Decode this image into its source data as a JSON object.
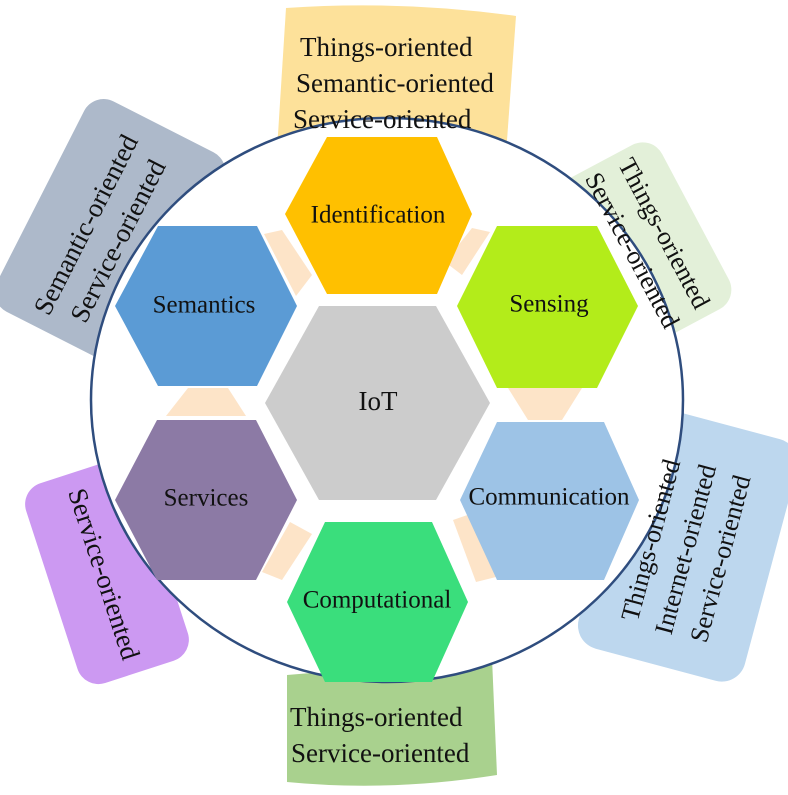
{
  "center": {
    "label": "IoT",
    "color": "#cccccc"
  },
  "hexagons": {
    "identification": {
      "label": "Identification",
      "color": "#ffc000"
    },
    "sensing": {
      "label": "Sensing",
      "color": "#b3ec1a"
    },
    "communication": {
      "label": "Communication",
      "color": "#9dc3e6"
    },
    "computational": {
      "label": "Computational",
      "color": "#3ade7c"
    },
    "services": {
      "label": "Services",
      "color": "#8c7aa5"
    },
    "semantics": {
      "label": "Semantics",
      "color": "#5b9bd5"
    }
  },
  "tabs": {
    "top": {
      "lines": [
        "Things-oriented",
        "Semantic-oriented",
        "Service-oriented"
      ],
      "color": "#fde19a"
    },
    "top_right": {
      "lines": [
        "Things-oriented",
        "Service-oriented"
      ],
      "color": "#e3f0d9"
    },
    "right": {
      "lines": [
        "Things-oriented",
        "Internet-oriented",
        "Service-oriented"
      ],
      "color": "#bdd7ee"
    },
    "bottom": {
      "lines": [
        "Things-oriented",
        "Service-oriented"
      ],
      "color": "#a9d18e"
    },
    "left": {
      "lines": [
        "Service-oriented"
      ],
      "color": "#cc99f2"
    },
    "top_left": {
      "lines": [
        "Semantic-oriented",
        "Service-oriented"
      ],
      "color": "#adb9ca"
    }
  },
  "colors": {
    "circle_stroke": "#2f4d7e",
    "connector": "#fde4c8"
  }
}
